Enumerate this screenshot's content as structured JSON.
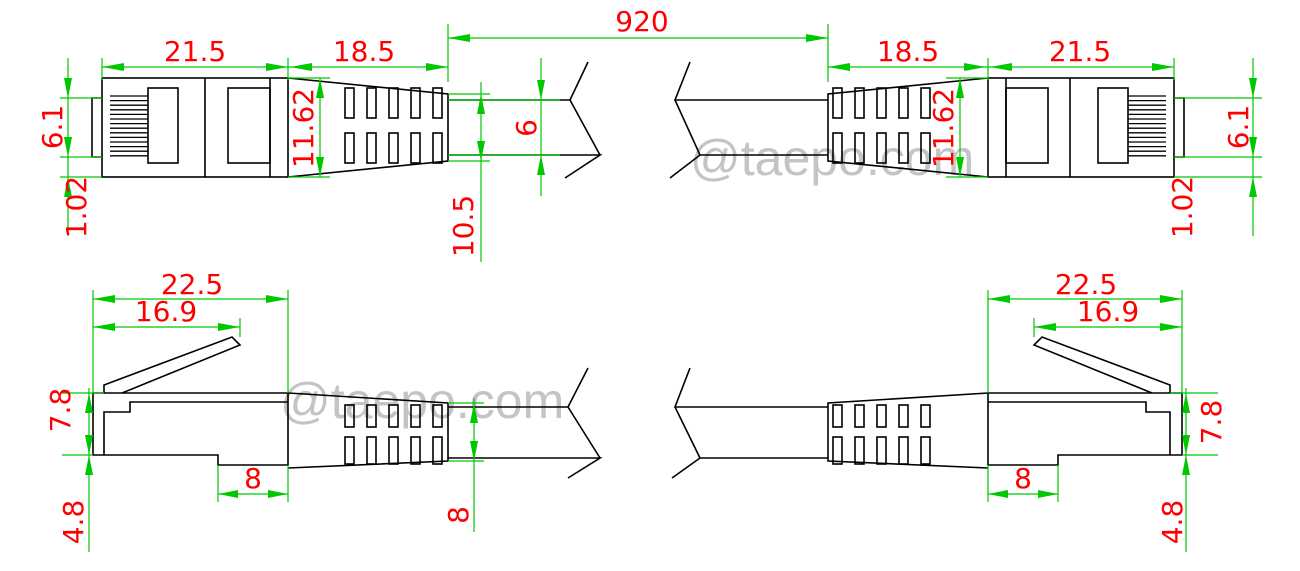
{
  "colors": {
    "outline": "#000000",
    "dimension_line": "#00c800",
    "dimension_text": "#ff0000",
    "watermark": "#c4c4c4",
    "background": "#ffffff"
  },
  "watermark": "@taepo.com",
  "dimensions": {
    "cable_length": "920",
    "plug_length": "21.5",
    "boot_length": "18.5",
    "boot_height": "11.62",
    "cable_diameter": "6",
    "boot_tail_length": "10.5",
    "contact_pitch_height": "6.1",
    "contact_offset": "1.02",
    "plug_with_latch_length": "22.5",
    "latch_length": "16.9",
    "latch_height": "7.8",
    "latch_offset": "4.8",
    "tab_length": "8",
    "boot_side_length": "8"
  }
}
